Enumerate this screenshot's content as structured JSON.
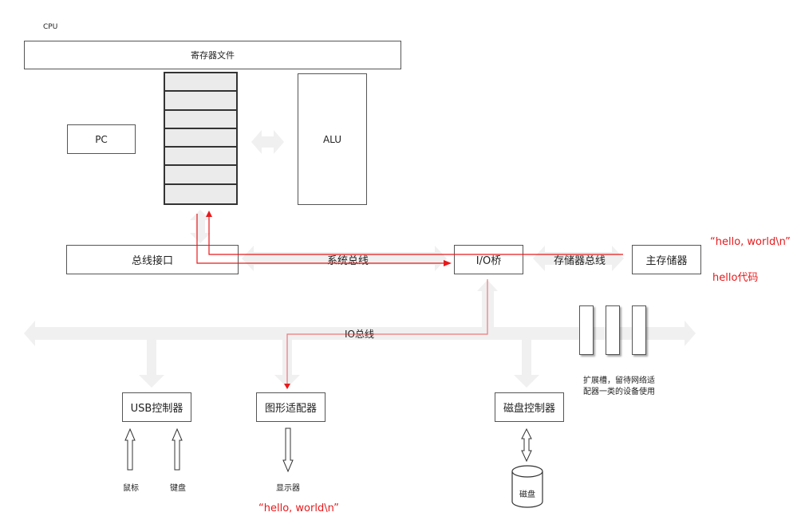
{
  "title": "CPU hello world data flow diagram",
  "cpu_label": "CPU",
  "register_file": {
    "label": "寄存器文件",
    "register_count": 7
  },
  "components": {
    "pc": "PC",
    "alu": "ALU",
    "bus_interface": "总线接口",
    "io_bridge": "I/O桥",
    "main_memory": "主存储器",
    "usb_controller": "USB控制器",
    "graphics_adapter": "图形适配器",
    "disk_controller": "磁盘控制器",
    "disk": "磁盘"
  },
  "buses": {
    "system_bus": "系统总线",
    "memory_bus": "存储器总线",
    "io_bus": "IO总线"
  },
  "devices": {
    "mouse": "鼠标",
    "keyboard": "键盘",
    "display": "显示器"
  },
  "expansion_slots": {
    "count": 3,
    "caption_line1": "扩展槽，留待网络适",
    "caption_line2": "配器一类的设备使用"
  },
  "annotations": {
    "memory_string": "“hello, world\\n”",
    "memory_code": "hello代码",
    "display_output": "“hello, world\\n”"
  },
  "colors": {
    "flow": "#e8191b",
    "bus_arrow": "#f0f0f0",
    "box_border": "#555555",
    "register_fill": "#ebebeb"
  }
}
